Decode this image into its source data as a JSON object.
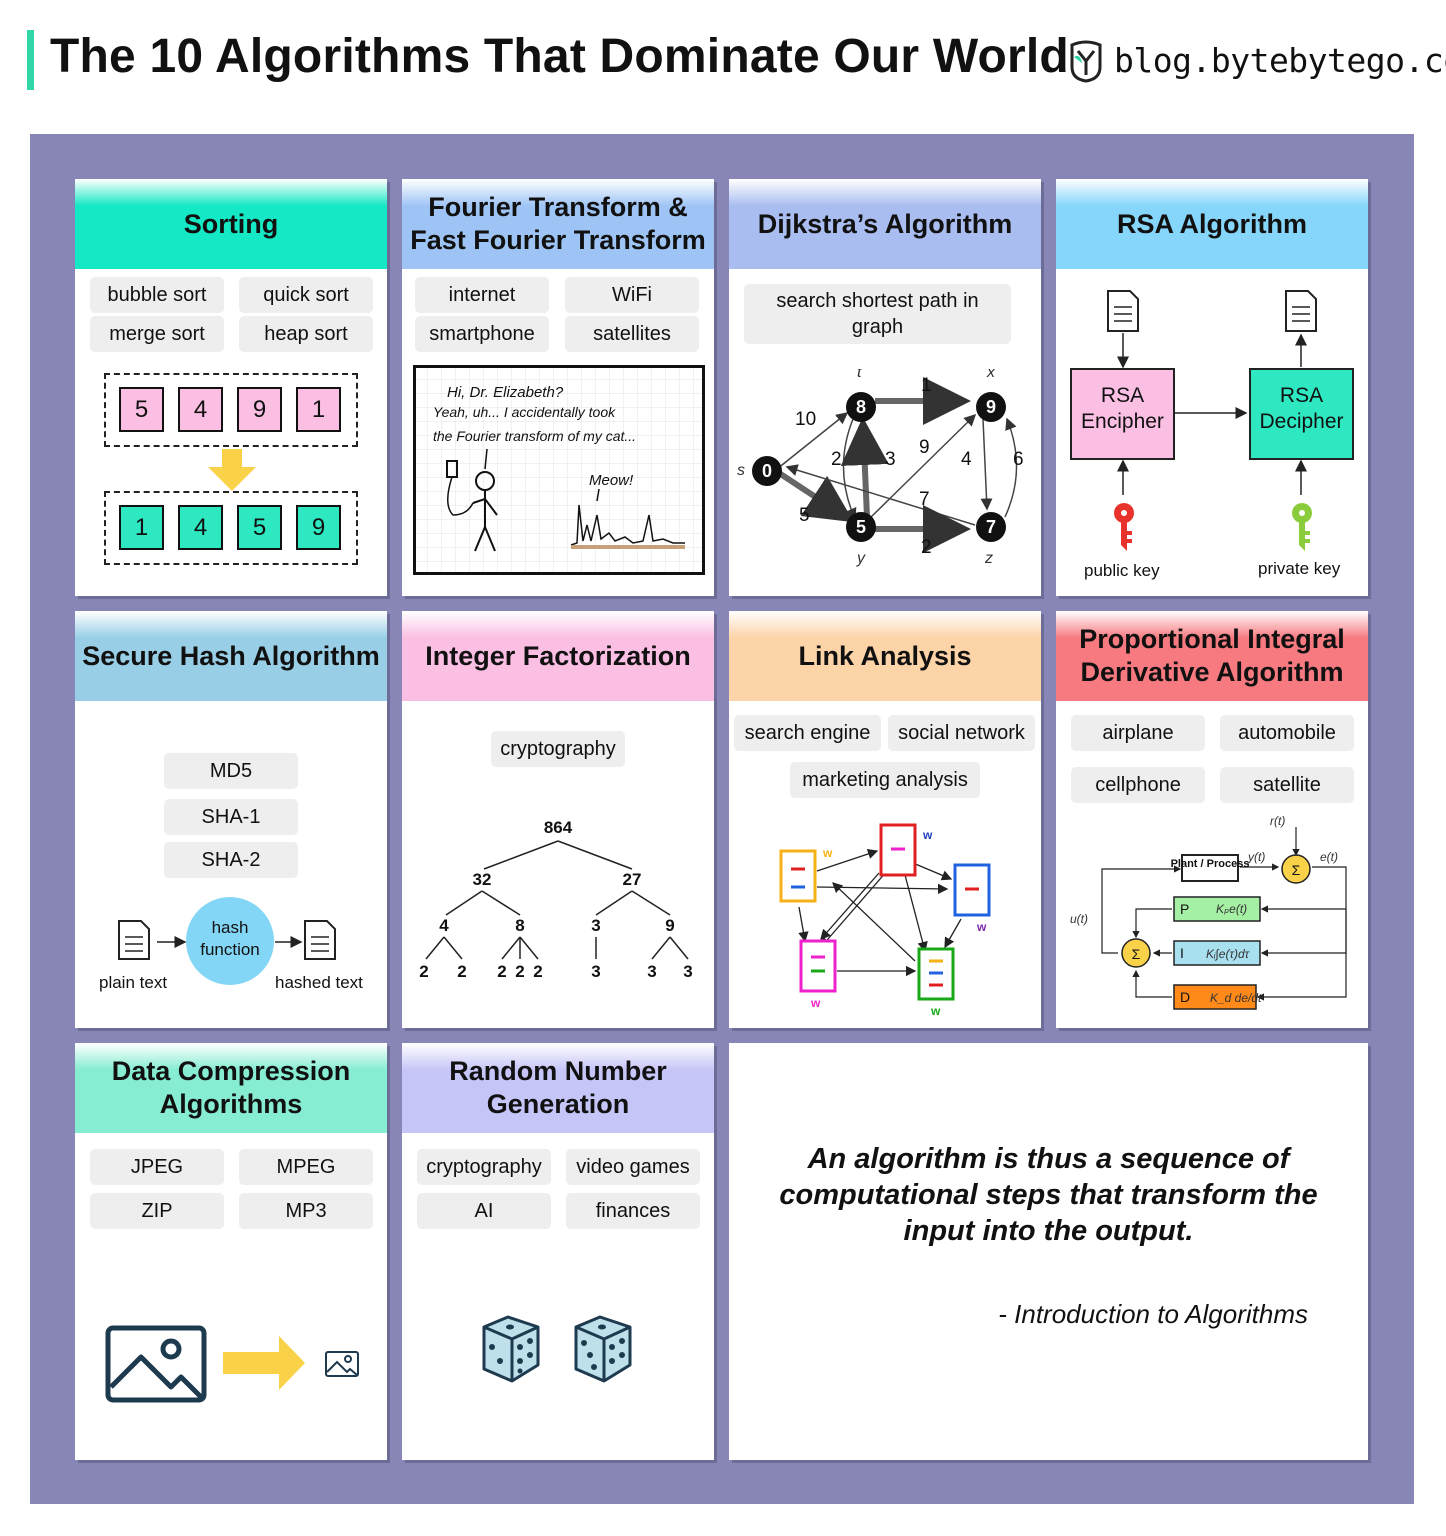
{
  "header": {
    "title": "The 10 Algorithms That Dominate Our World",
    "brand": "blog.bytebytego.com"
  },
  "colors": {
    "accent_bar": "#2ed6a8",
    "board": "#8786b7",
    "sorting": "#14e8c4",
    "fourier": "#9ec4f5",
    "dijkstra": "#a9bdf0",
    "rsa": "#86d6fb",
    "sha": "#98cfe6",
    "integer": "#fbbfe4",
    "link": "#fdd3a8",
    "pid": "#f77a80",
    "compression": "#86ecd2",
    "random": "#c6c5f7"
  },
  "cards": {
    "sorting": {
      "title": "Sorting",
      "tags": [
        "bubble sort",
        "quick sort",
        "merge sort",
        "heap sort"
      ],
      "before": [
        "5",
        "4",
        "9",
        "1"
      ],
      "after": [
        "1",
        "4",
        "5",
        "9"
      ]
    },
    "fourier": {
      "title": "Fourier Transform & Fast Fourier Transform",
      "tags": [
        "internet",
        "WiFi",
        "smartphone",
        "satellites"
      ],
      "comic": {
        "line1": "Hi, Dr. Elizabeth?",
        "line2": "Yeah, uh... I accidentally took",
        "line3": "the Fourier transform of my cat...",
        "meow": "Meow!"
      }
    },
    "dijkstra": {
      "title": "Dijkstra’s Algorithm",
      "tags": [
        "search shortest path in graph"
      ],
      "graph": {
        "nodes": [
          {
            "id": "s",
            "value": "0"
          },
          {
            "id": "t",
            "value": "8"
          },
          {
            "id": "x",
            "value": "9"
          },
          {
            "id": "y",
            "value": "5"
          },
          {
            "id": "z",
            "value": "7"
          }
        ],
        "weights": [
          "10",
          "1",
          "2",
          "3",
          "9",
          "4",
          "6",
          "5",
          "7",
          "2"
        ]
      }
    },
    "rsa": {
      "title": "RSA Algorithm",
      "encipher": "RSA Encipher",
      "decipher": "RSA Decipher",
      "public_key": "public key",
      "private_key": "private key"
    },
    "sha": {
      "title": "Secure Hash Algorithm",
      "tags": [
        "MD5",
        "SHA-1",
        "SHA-2"
      ],
      "hash_function": "hash function",
      "plain_text": "plain text",
      "hashed_text": "hashed text"
    },
    "integer": {
      "title": "Integer Factorization",
      "tags": [
        "cryptography"
      ],
      "tree": {
        "root": "864",
        "level1": [
          "32",
          "27"
        ],
        "level2": [
          "4",
          "8",
          "3",
          "9"
        ],
        "level3": [
          "2",
          "2",
          "2",
          "2",
          "2",
          "3",
          "3",
          "3"
        ]
      }
    },
    "link": {
      "title": "Link Analysis",
      "tags": [
        "search engine",
        "social network",
        "marketing analysis"
      ],
      "node_label": "w"
    },
    "pid": {
      "title": "Proportional Integral Derivative Algorithm",
      "tags": [
        "airplane",
        "automobile",
        "cellphone",
        "satellite"
      ],
      "diagram": {
        "plant": "Plant / Process",
        "r": "r(t)",
        "y": "y(t)",
        "e": "e(t)",
        "u": "u(t)",
        "p": "P",
        "i": "I",
        "d": "D",
        "sum": "Σ"
      }
    },
    "compression": {
      "title": "Data Compression Algorithms",
      "tags": [
        "JPEG",
        "MPEG",
        "ZIP",
        "MP3"
      ]
    },
    "random": {
      "title": "Random Number Generation",
      "tags": [
        "cryptography",
        "video games",
        "AI",
        "finances"
      ]
    }
  },
  "quote": {
    "text": "An algorithm is thus a sequence of computational steps that transform the input into the output.",
    "source": "- Introduction to Algorithms"
  }
}
